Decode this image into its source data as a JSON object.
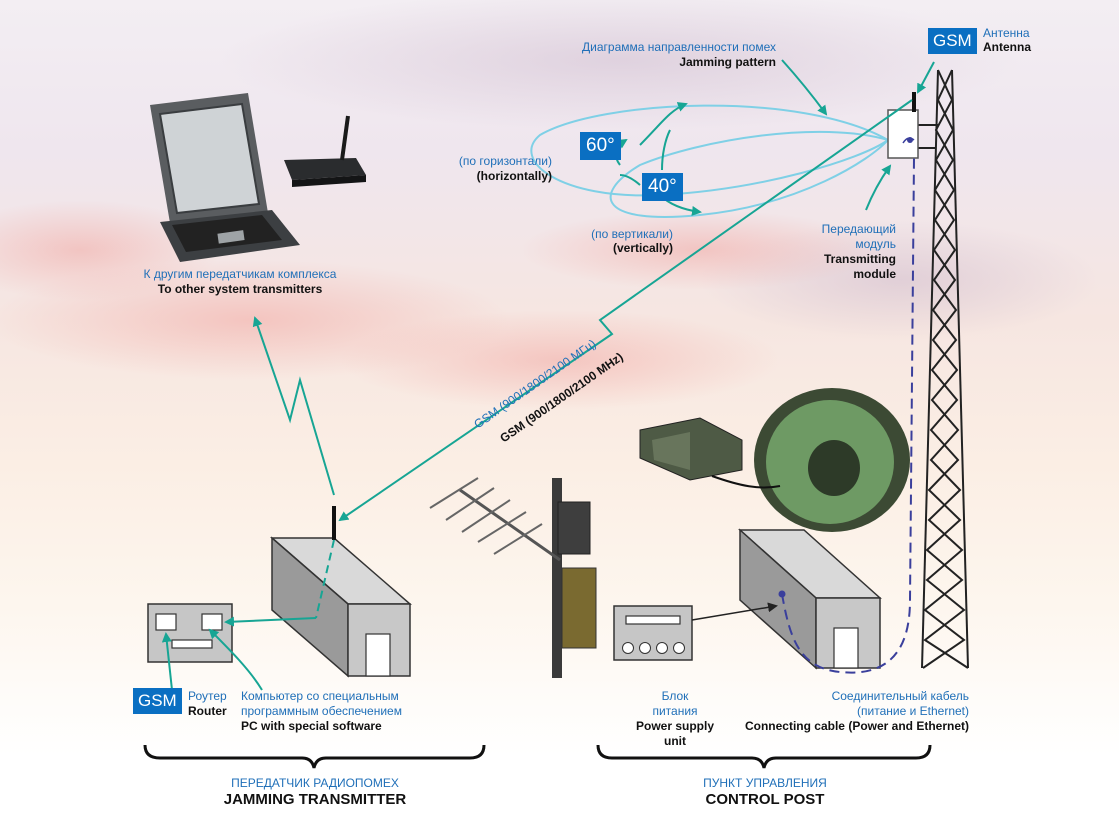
{
  "gsm_antenna": {
    "badge": "GSM",
    "ru": "Антенна",
    "en": "Antenna"
  },
  "jamming_pattern": {
    "ru": "Диаграмма направленности помех",
    "en": "Jamming pattern"
  },
  "horizontal": {
    "ru": "(по горизонтали)",
    "en": "(horizontally)",
    "angle": "60°"
  },
  "vertical": {
    "ru": "(по вертикали)",
    "en": "(vertically)",
    "angle": "40°"
  },
  "transmitting_module": {
    "ru1": "Передающий",
    "ru2": "модуль",
    "en1": "Transmitting",
    "en2": "module"
  },
  "other_transmitters": {
    "ru": "К другим передатчикам комплекса",
    "en": "To other system transmitters"
  },
  "gsm_link": {
    "ru": "GSM (900/1800/2100 МГц)",
    "en": "GSM (900/1800/2100 MHz)"
  },
  "router": {
    "badge": "GSM",
    "ru": "Роутер",
    "en": "Router"
  },
  "pc": {
    "ru1": "Компьютер со специальным",
    "ru2": "программным обеспечением",
    "en": "PC with special software"
  },
  "power_supply": {
    "ru1": "Блок",
    "ru2": "питания",
    "en1": "Power supply",
    "en2": "unit"
  },
  "cable": {
    "ru1": "Соединительный кабель",
    "ru2": "(питание и Ethernet)",
    "en": "Connecting cable (Power and Ethernet)"
  },
  "jamming_transmitter": {
    "ru": "ПЕРЕДАТЧИК РАДИОПОМЕХ",
    "en": "JAMMING TRANSMITTER"
  },
  "control_post": {
    "ru": "ПУНКТ УПРАВЛЕНИЯ",
    "en": "CONTROL POST"
  },
  "colors": {
    "arrow": "#17a594",
    "badge": "#0a6fc2",
    "ru_text": "#1f6fb8",
    "pattern": "#7fd0e6",
    "cable": "#3a3f9c"
  }
}
